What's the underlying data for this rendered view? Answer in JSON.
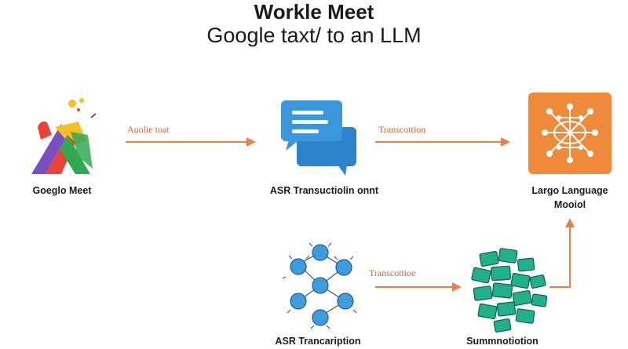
{
  "header": {
    "title_line1": "Workle Meet",
    "title_line2": "Google taxt/ to an LLM"
  },
  "nodes": {
    "google_meet": "Goeglo Meet",
    "asr_transcription_top": "ASR Transuctiolin onnt",
    "llm_line1": "Largo Language",
    "llm_line2": "Mooiol",
    "asr_transcription_bottom": "ASR Trancaription",
    "summarization": "Summnotiotion"
  },
  "edges": {
    "audio_text": "Auolie toat",
    "transcription_top": "Transcottion",
    "transcription_bottom": "Transcottioe"
  },
  "colors": {
    "arrow": "#e8804a",
    "chat_blue": "#3b96da",
    "llm_orange": "#ee8a3a",
    "neuron_blue": "#3e9cde",
    "summary_green": "#22b08c",
    "meet_red": "#e94335",
    "meet_yellow": "#f6bf26",
    "meet_green": "#33a852",
    "meet_purple": "#7b4fc2"
  },
  "icons": {
    "google_meet": "google-meet-logo-icon",
    "chat": "chat-bubbles-icon",
    "llm": "neural-network-chip-icon",
    "asr": "neuron-cluster-icon",
    "summary": "stacked-documents-icon"
  }
}
